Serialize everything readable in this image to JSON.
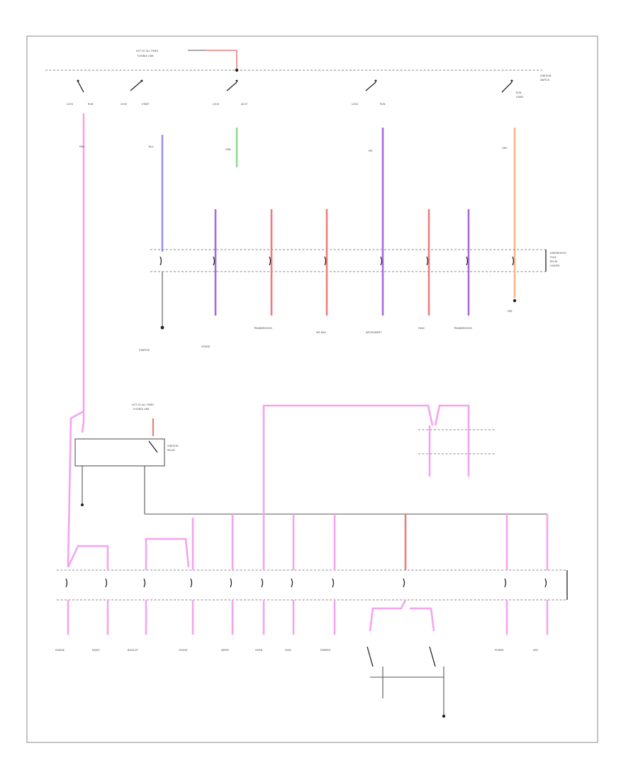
{
  "colors": {
    "pink": "#f4a3f0",
    "red": "#ef7b7b",
    "purple": "#a76ad8",
    "blue": "#9a96ee",
    "green": "#8ed98b",
    "orange": "#f3b787",
    "black": "#222222",
    "gray": "#555555"
  },
  "wire_colors_top": [
    "pink",
    "blue",
    "green",
    "purple",
    "red",
    "pink",
    "pink",
    "purple",
    "pink",
    "pink",
    "orange"
  ],
  "legend": {
    "note": ""
  }
}
